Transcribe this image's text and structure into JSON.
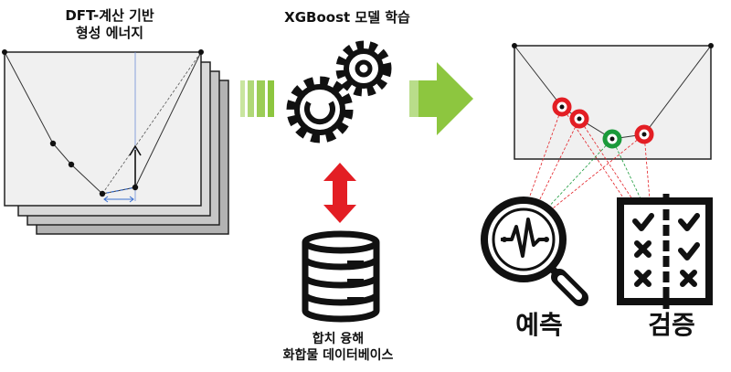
{
  "labels": {
    "dft_title_line1": "DFT-계산 기반",
    "dft_title_line2": "형성 에너지",
    "xgb_title": "XGBoost 모델 학습",
    "db_line1": "합치 융해",
    "db_line2": "화합물 데이터베이스",
    "predict": "예측",
    "verify": "검증"
  },
  "colors": {
    "arrow_green": "#8dc63f",
    "arrow_red": "#e31e24",
    "predict_marker": "#e31e24",
    "validate_marker": "#1a9a3a",
    "panel_fill": "#f0f0f0",
    "stack_gray": "#bdbdbd"
  },
  "icons": [
    "gears-icon",
    "database-icon",
    "magnifier-icon",
    "checklist-icon"
  ]
}
